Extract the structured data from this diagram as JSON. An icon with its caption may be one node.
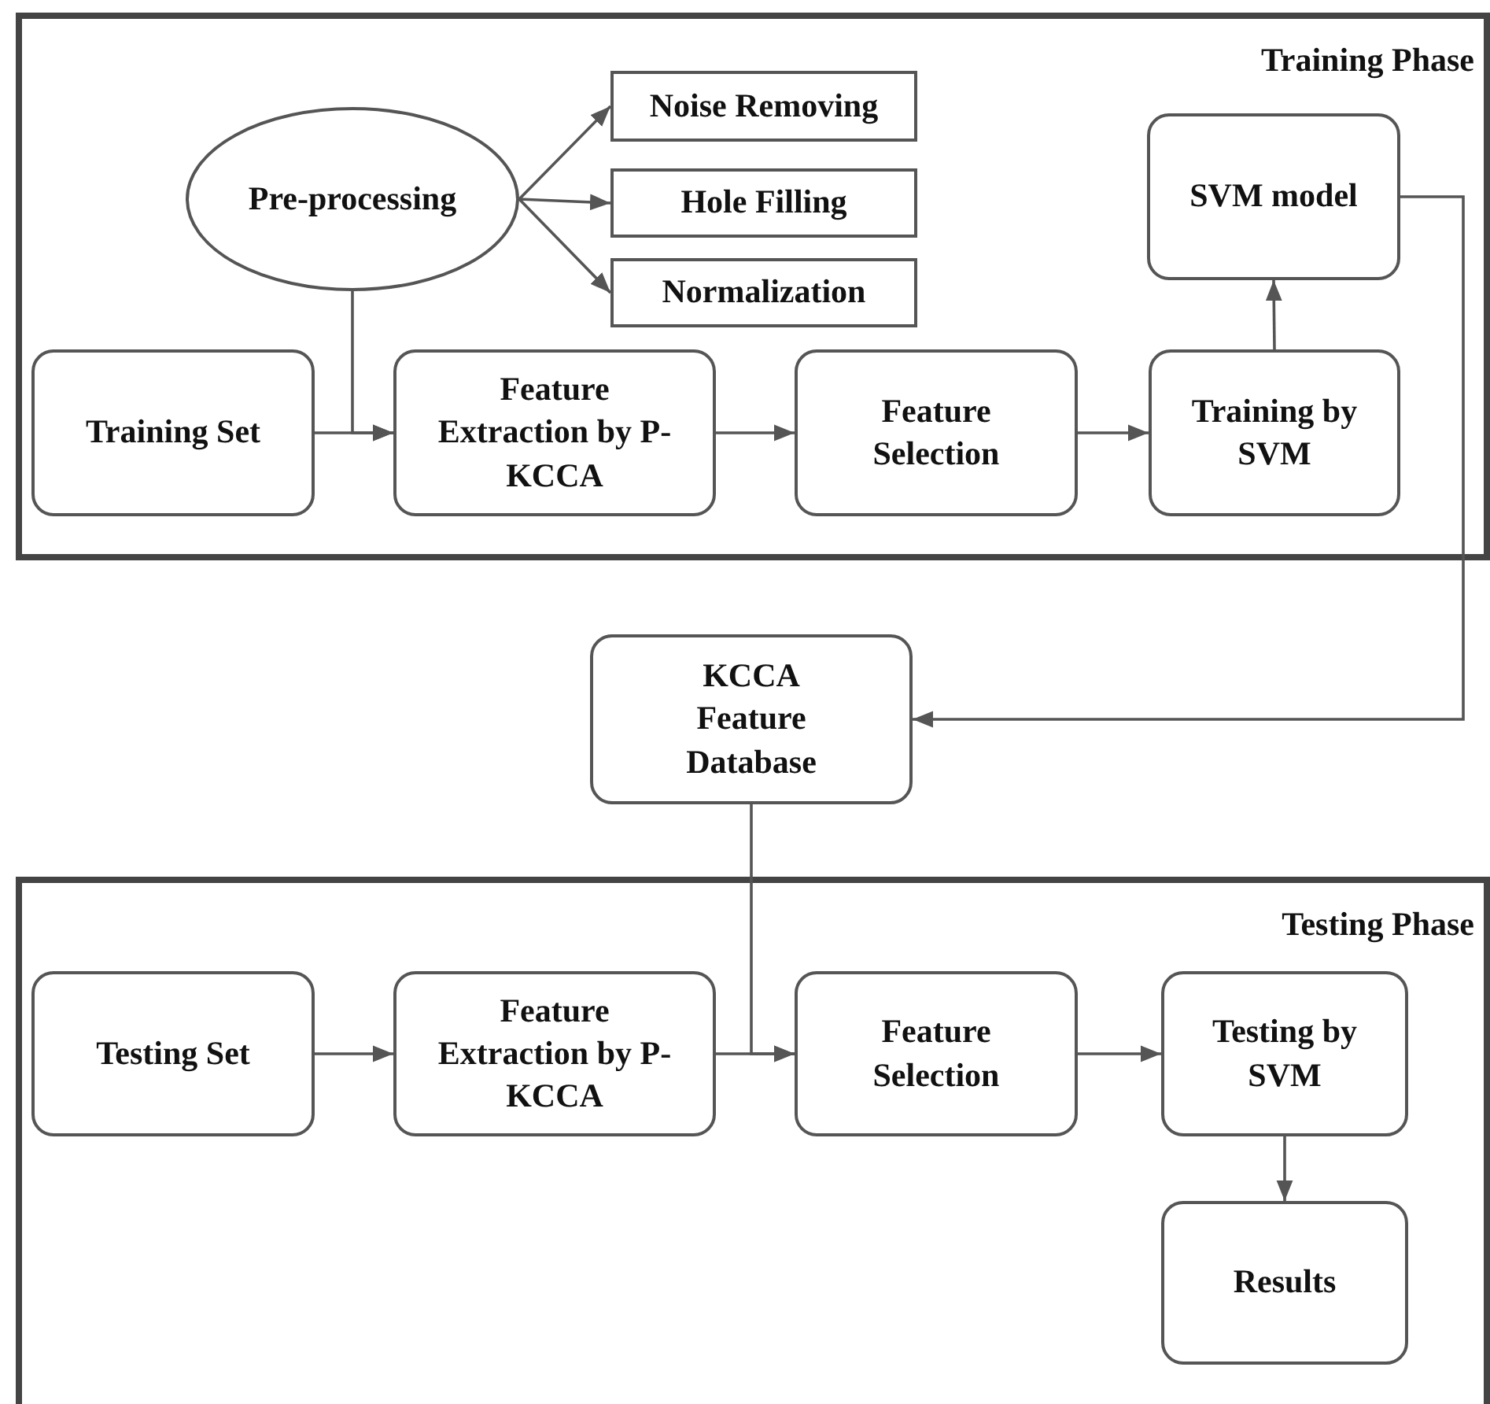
{
  "diagram": {
    "nodes": [
      {
        "text": [
          "Training Phase"
        ]
      },
      {
        "text": [
          "Pre-processing"
        ],
        "in": 0
      },
      {
        "text": [
          "Noise Removing"
        ],
        "in": 0
      },
      {
        "text": [
          "Hole Filling"
        ],
        "in": 0
      },
      {
        "text": [
          "Normalization"
        ],
        "in": 0
      },
      {
        "text": [
          "SVM model"
        ],
        "in": 0
      },
      {
        "text": [
          "Training Set"
        ],
        "in": 0
      },
      {
        "text": [
          "Feature Extraction by P-KCCA"
        ],
        "in": 0
      },
      {
        "text": [
          "Feature Selection"
        ],
        "in": 0
      },
      {
        "text": [
          "Training by SVM"
        ],
        "in": 0
      },
      {
        "text": [
          "KCCA Feature Database"
        ]
      },
      {
        "text": [
          "Testing Phase"
        ]
      },
      {
        "text": [
          "Testing Set"
        ],
        "in": 11
      },
      {
        "text": [
          "Feature Extraction by P-KCCA"
        ],
        "in": 11
      },
      {
        "text": [
          "Feature Selection"
        ],
        "in": 11
      },
      {
        "text": [
          "Testing by SVM"
        ],
        "in": 11
      },
      {
        "text": [
          "Results"
        ],
        "in": 11
      }
    ],
    "edges": [
      {
        "from": 1,
        "to": 2,
        "arrow": "to"
      },
      {
        "from": 1,
        "to": 3,
        "arrow": "to"
      },
      {
        "from": 1,
        "to": 4,
        "arrow": "to"
      },
      {
        "from": 1,
        "to": 7,
        "arrow": "to"
      },
      {
        "from": 6,
        "to": 7,
        "arrow": "to"
      },
      {
        "from": 7,
        "to": 8,
        "arrow": "to"
      },
      {
        "from": 8,
        "to": 9,
        "arrow": "to"
      },
      {
        "from": 9,
        "to": 5,
        "arrow": "to"
      },
      {
        "from": 5,
        "to": 10,
        "arrow": "to"
      },
      {
        "from": 10,
        "to": 14,
        "arrow": "to"
      },
      {
        "from": 12,
        "to": 13,
        "arrow": "to"
      },
      {
        "from": 13,
        "to": 14,
        "arrow": "to"
      },
      {
        "from": 14,
        "to": 15,
        "arrow": "to"
      },
      {
        "from": 15,
        "to": 16,
        "arrow": "to"
      }
    ]
  }
}
